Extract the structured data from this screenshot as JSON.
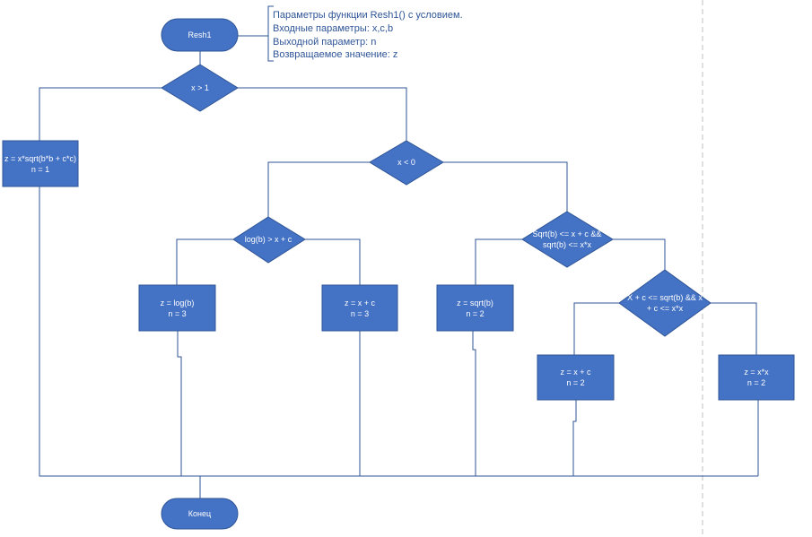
{
  "colors": {
    "shape_fill": "#4472c4",
    "shape_stroke": "#2f5597",
    "connector": "#2f5597",
    "note_text": "#2f5597",
    "page_break": "#bfbfbf"
  },
  "flowchart": {
    "start": {
      "label": "Resh1"
    },
    "end": {
      "label": "Конец"
    },
    "note": {
      "lines": [
        "Параметры функции Resh1() с условием.",
        "Входные параметры: x,c,b",
        "Выходной параметр: n",
        "Возвращаемое значение: z"
      ]
    },
    "decisions": {
      "d1": {
        "lines": [
          "x > 1"
        ]
      },
      "d2": {
        "lines": [
          "x < 0"
        ]
      },
      "d3": {
        "lines": [
          "log(b) > x + c"
        ]
      },
      "d4": {
        "lines": [
          "Sqrt(b) <= x + c &&",
          "sqrt(b) <= x*x"
        ]
      },
      "d5": {
        "lines": [
          "X + c <= sqrt(b) && x",
          "+ c <= x*x"
        ]
      }
    },
    "processes": {
      "p1": {
        "lines": [
          "z = x*sqrt(b*b + c*c)",
          "n = 1"
        ]
      },
      "p2": {
        "lines": [
          "z = log(b)",
          "n = 3"
        ]
      },
      "p3": {
        "lines": [
          "z = x + c",
          "n = 3"
        ]
      },
      "p4": {
        "lines": [
          "z = sqrt(b)",
          "n = 2"
        ]
      },
      "p5": {
        "lines": [
          "z = x + c",
          "n = 2"
        ]
      },
      "p6": {
        "lines": [
          "z = x*x",
          "n = 2"
        ]
      }
    }
  }
}
